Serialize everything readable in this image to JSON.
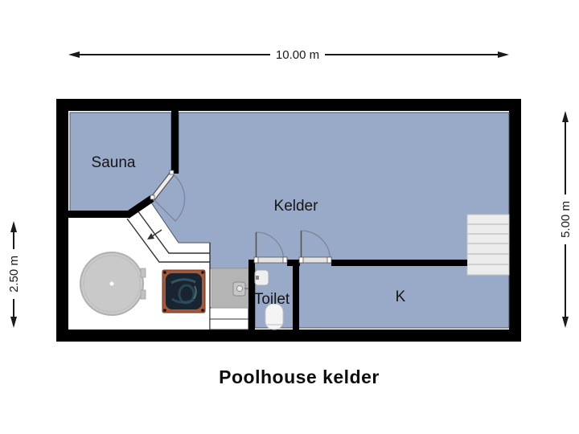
{
  "title": "Poolhouse kelder",
  "dimensions": {
    "top": "10.00 m",
    "right": "5.00 m",
    "left": "2.50 m"
  },
  "rooms": {
    "sauna": "Sauna",
    "kelder": "Kelder",
    "toilet": "Toilet",
    "k": "K"
  },
  "colors": {
    "wall": "#000000",
    "room_fill": "#99aac8",
    "room_outline": "#49546a",
    "stairs_fill": "#ececec",
    "hot_tub_gray": "#c9c9c9",
    "shower_gray": "#b4b4b4",
    "stove_frame": "#a65737",
    "stove_inner": "#182430"
  }
}
